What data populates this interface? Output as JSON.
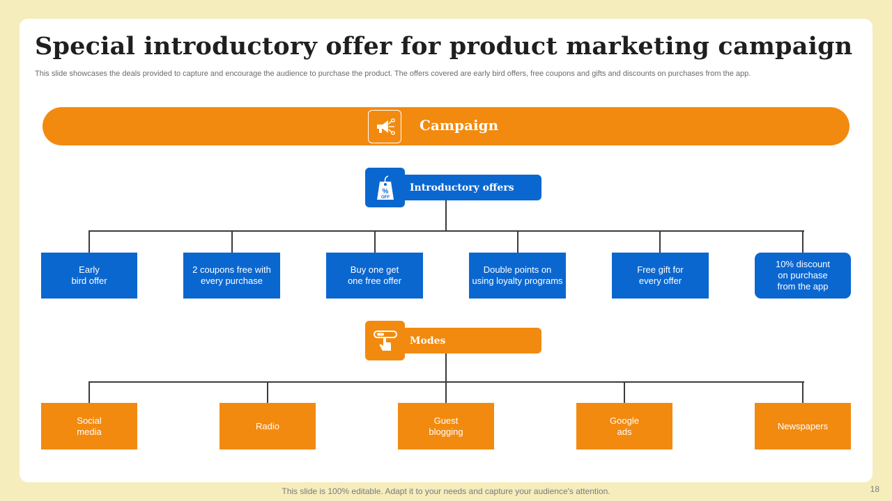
{
  "slide": {
    "title": "Special introductory offer for product marketing campaign",
    "subtitle": "This slide showcases the deals provided to capture and encourage the audience to purchase the product. The offers covered are early bird offers, free coupons and gifts and discounts on purchases from the app.",
    "footer": "This slide is 100% editable. Adapt it to your needs and capture your audience's attention.",
    "page_number": "18"
  },
  "campaign": {
    "label": "Campaign",
    "icon": "megaphone-icon"
  },
  "offers": {
    "label": "Introductory offers",
    "icon": "discount-tag-icon",
    "items": [
      "Early\nbird offer",
      "2 coupons free with\nevery purchase",
      "Buy one get\none free offer",
      "Double points on\nusing loyalty programs",
      "Free gift for\nevery offer",
      "10% discount\non purchase\nfrom the app"
    ]
  },
  "modes": {
    "label": "Modes",
    "icon": "pointer-hand-icon",
    "items": [
      "Social\nmedia",
      "Radio",
      "Guest\nblogging",
      "Google\nads",
      "Newspapers"
    ]
  },
  "colors": {
    "orange": "#f28a0f",
    "blue": "#0b67d0",
    "background": "#f6edbd"
  }
}
